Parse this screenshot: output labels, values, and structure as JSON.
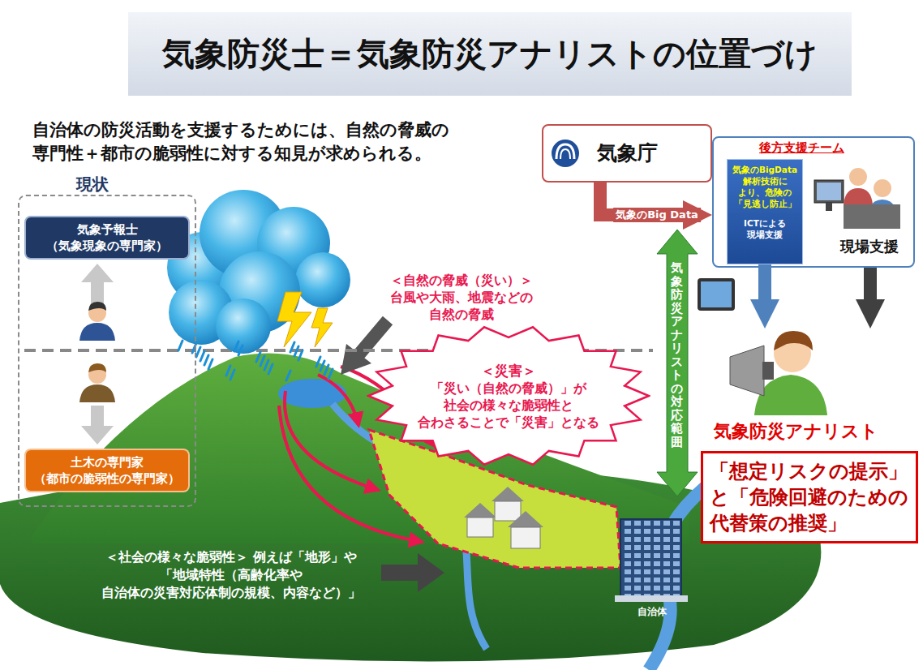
{
  "diagram": {
    "title": "気象防災士＝気象防災アナリストの位置づけ",
    "nodes": [
      {
        "text": [
          "現状"
        ]
      },
      {
        "text": [
          "気象予報士 （気象現象の専門家）"
        ],
        "in": 0
      },
      {
        "text": [
          "土木の専門家 （都市の脆弱性の専門家）"
        ],
        "in": 0
      },
      {
        "text": [
          "気象庁"
        ]
      },
      {
        "text": [
          "後方支援チーム"
        ]
      },
      {
        "text": [
          "気象のBigData 解析技術に より、危険の 「見逃し防止」",
          "ICTによる 現場支援"
        ],
        "in": 4
      },
      {
        "text": [
          "＜災害＞",
          "「災い（自然の脅威）」が 社会の様々な脆弱性と 合わさることで「災害」となる"
        ]
      },
      {
        "text": [
          "気象防災アナリスト",
          "「想定リスクの提示」 と「危険回避のための 代替策の推奨」"
        ]
      }
    ],
    "edges": [
      {
        "from": 3,
        "to": 4,
        "arrow": "to",
        "label": "気象のBig Data"
      },
      {
        "from": 5,
        "to": 7,
        "arrow": "to"
      },
      {
        "from": 4,
        "to": 7,
        "arrow": "to"
      }
    ],
    "labels": [
      "自治体の防災活動を支援するためには、自然の脅威の 専門性＋都市の脆弱性に対する知見が求められる。",
      "＜自然の脅威（災い）＞ 台風や大雨、地震などの 自然の脅威",
      "＜社会の様々な脆弱性＞ 例えば「地形」や「地域特性（高齢化率や 自治体の災害対応体制の規模、内容など）」",
      "現場支援",
      "気象防災アナリストの対応範囲",
      "自治体"
    ]
  }
}
